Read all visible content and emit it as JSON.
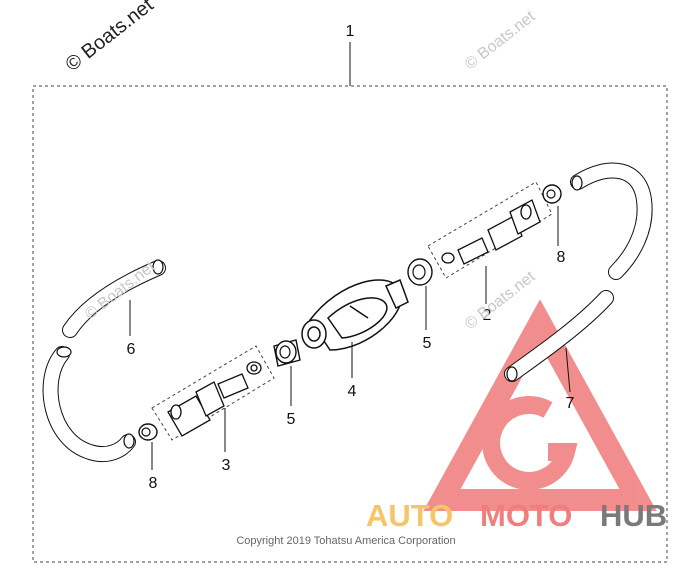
{
  "watermark": {
    "main": "© Boats.net",
    "faint": "© Boats.net"
  },
  "callouts": {
    "assembly": "1",
    "filter_right": "2",
    "filter_left": "3",
    "primer_bulb": "4",
    "clamp_left": "5",
    "clamp_right": "5",
    "hose_left": "6",
    "hose_right": "7",
    "grommet_left": "8",
    "grommet_right": "8"
  },
  "copyright": "Copyright 2019 Tohatsu America Corporation",
  "brand": {
    "part1": "AUTO",
    "part2": "MOTO",
    "part3": "HUB",
    "colors": {
      "auto": "#f5c56a",
      "moto": "#f27d7d",
      "hub": "#7a7a7a",
      "logo": "#f07a7a"
    }
  },
  "colors": {
    "line": "#111111",
    "frame": "#444444"
  }
}
